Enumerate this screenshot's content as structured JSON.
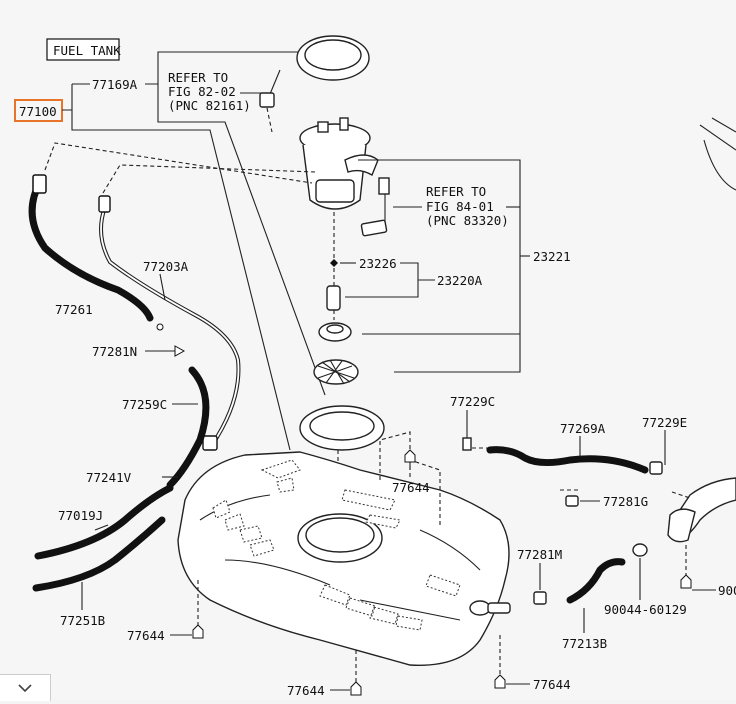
{
  "header": {
    "title": "FUEL TANK"
  },
  "callouts": {
    "selected": "77100",
    "p77169A": "77169A",
    "p77261": "77261",
    "p77203A": "77203A",
    "p77281N": "77281N",
    "p77259C": "77259C",
    "p77241V": "77241V",
    "p77019J": "77019J",
    "p77251B": "77251B",
    "p77644_bl": "77644",
    "p77644_b": "77644",
    "p77644_br": "77644",
    "p77644_m": "77644",
    "p23226": "23226",
    "p23220A": "23220A",
    "p23221": "23221",
    "p77229C": "77229C",
    "p77269A": "77269A",
    "p77229E": "77229E",
    "p77281G": "77281G",
    "p77281M": "77281M",
    "p77213B": "77213B",
    "p90044": "90044-60129",
    "p900": "900"
  },
  "refs": {
    "ref1": {
      "line1": "REFER TO",
      "line2": "FIG 82-02",
      "line3": "(PNC 82161)"
    },
    "ref2": {
      "line1": "REFER TO",
      "line2": "FIG 84-01",
      "line3": "(PNC 83320)"
    }
  },
  "colors": {
    "highlight": "#e8742a",
    "ink": "#111111",
    "background": "#f6f6f6"
  },
  "footer": {
    "expand_icon": "chevron-down-icon"
  }
}
